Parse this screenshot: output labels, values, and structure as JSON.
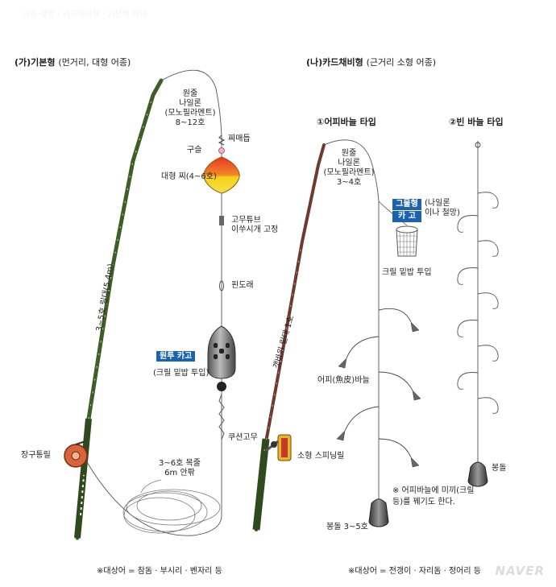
{
  "header": {
    "faint_text": "그림 설명 / 카드채비형 · 기본형 채비"
  },
  "basic": {
    "title": "(가)기본형",
    "subtitle": "(먼거리, 대형 어종)",
    "line_label": [
      "원줄",
      "나일론",
      "(모노필라멘트)",
      "8~12호"
    ],
    "swivel": "찌매듭",
    "bead": "구슬",
    "float": "대형 찌(4~6호)",
    "rubber_tube": [
      "고무튜브",
      "이쑤시개 고정"
    ],
    "pin_swivel": "핀도래",
    "cage_badge": "원투 카고",
    "cage_note": "(크릴 밑밥 투입)",
    "cushion": "쿠션고무",
    "leader": [
      "3~6호 목줄",
      "6m 안팎"
    ],
    "rod": "3~5호 릴대(5.4m)",
    "reel": "장구통릴",
    "target": "※대상어 = 참돔 · 부시리 · 벤자리 등"
  },
  "card": {
    "title": "(나)카드채비형",
    "subtitle": "(근거리 소형 어종)",
    "type1": {
      "title": "①어피바늘 타입",
      "line_label": [
        "원줄",
        "나일론",
        "(모노필라멘트)",
        "3~4호"
      ],
      "net_badge": [
        "그물형",
        "카 고"
      ],
      "net_note": [
        "(나일론",
        "이나 철망)"
      ],
      "krill": "크릴 밑밥 투입",
      "hooks": "어피(魚皮)바늘",
      "rod": "갯바위 릴대 1호",
      "reel": "소형 스피닝릴",
      "note": [
        "※ 어피바늘에 미끼(크릴",
        "등)를 꿰기도 한다."
      ],
      "sinker": "봉돌 3~5호"
    },
    "type2": {
      "title": "②빈 바늘 타입",
      "sinker": "봉돌"
    },
    "target": "※대상어 = 전갱이 · 자리돔 · 정어리 등"
  },
  "watermark": "NAVER",
  "colors": {
    "badge": "#1b63ae",
    "float_top": "#e8352a",
    "float_bottom": "#f7d117",
    "rod_green": "#4a6b2f",
    "rod_brown": "#7a3a33"
  }
}
